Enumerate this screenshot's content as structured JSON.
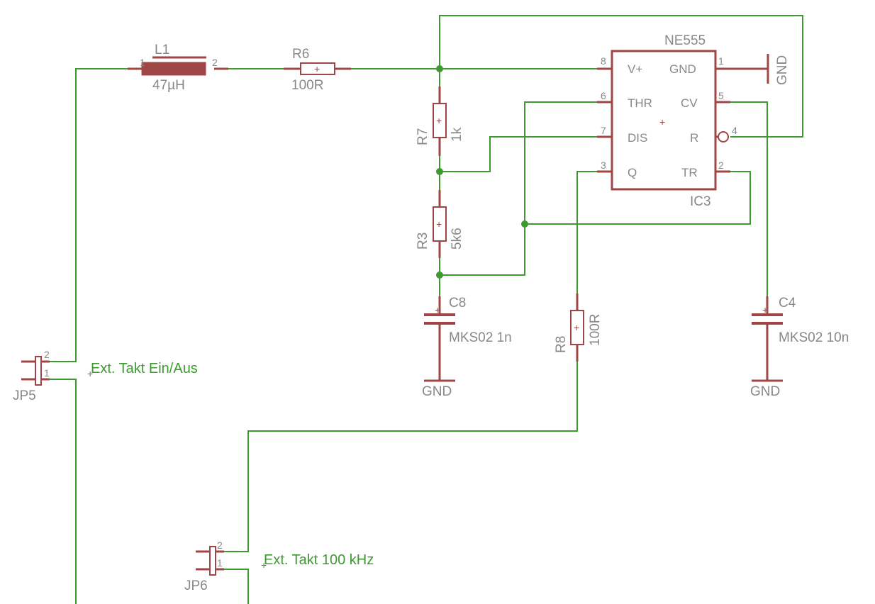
{
  "colors": {
    "wire": "#3c9a2e",
    "symbol": "#a04545",
    "label": "#888888"
  },
  "L1": {
    "name": "L1",
    "value": "47µH",
    "pin1": "1",
    "pin2": "2"
  },
  "R6": {
    "name": "R6",
    "value": "100R"
  },
  "R7": {
    "name": "R7",
    "value": "1k"
  },
  "R3": {
    "name": "R3",
    "value": "5k6"
  },
  "R8": {
    "name": "R8",
    "value": "100R"
  },
  "C8": {
    "name": "C8",
    "value": "MKS02 1n"
  },
  "C4": {
    "name": "C4",
    "value": "MKS02 10n"
  },
  "IC3": {
    "name": "IC3",
    "value": "NE555",
    "pins": {
      "vplus": {
        "num": "8",
        "name": "V+"
      },
      "gnd": {
        "num": "1",
        "name": "GND"
      },
      "thr": {
        "num": "6",
        "name": "THR"
      },
      "cv": {
        "num": "5",
        "name": "CV"
      },
      "dis": {
        "num": "7",
        "name": "DIS"
      },
      "r": {
        "num": "4",
        "name": "R"
      },
      "q": {
        "num": "3",
        "name": "Q"
      },
      "tr": {
        "num": "2",
        "name": "TR"
      }
    }
  },
  "gnd_labels": {
    "ic": "GND",
    "c8": "GND",
    "c4": "GND"
  },
  "JP5": {
    "name": "JP5",
    "pin1": "1",
    "pin2": "2",
    "net_label": "Ext. Takt Ein/Aus"
  },
  "JP6": {
    "name": "JP6",
    "pin1": "1",
    "pin2": "2",
    "net_label": "Ext. Takt 100 kHz"
  }
}
